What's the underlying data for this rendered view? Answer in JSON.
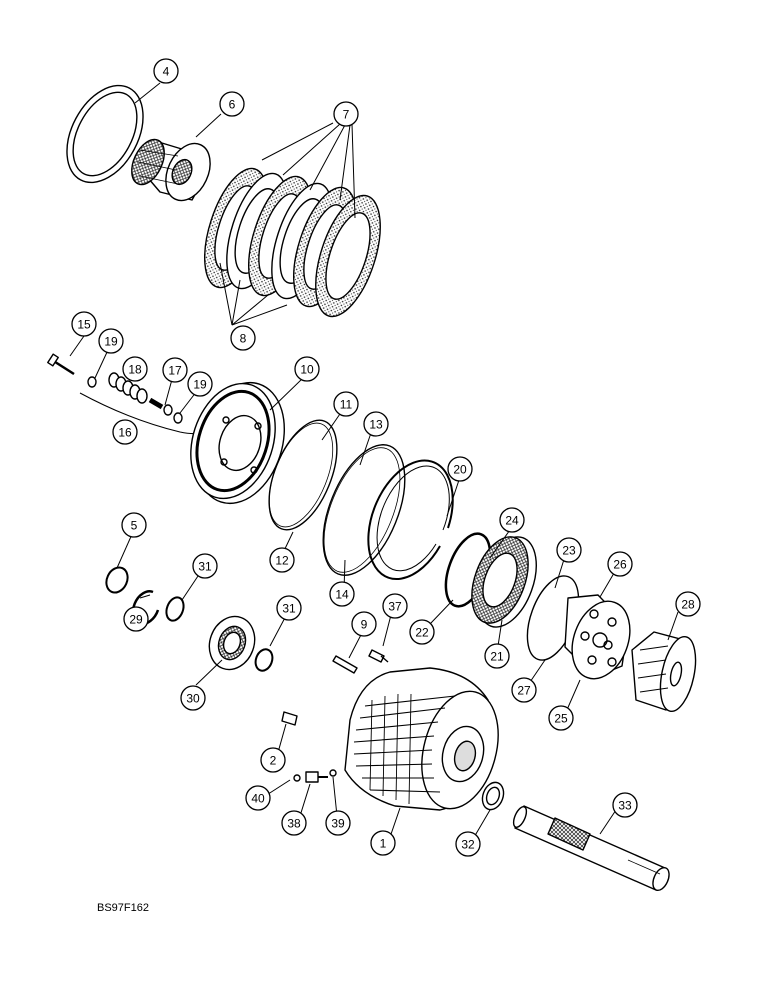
{
  "drawing_code": "BS97F162",
  "callouts": [
    "4",
    "6",
    "7",
    "8",
    "15",
    "19",
    "18",
    "17",
    "19",
    "10",
    "16",
    "11",
    "13",
    "20",
    "5",
    "31",
    "12",
    "24",
    "23",
    "26",
    "14",
    "22",
    "29",
    "31",
    "37",
    "9",
    "28",
    "21",
    "27",
    "25",
    "30",
    "2",
    "40",
    "38",
    "39",
    "1",
    "32",
    "33"
  ]
}
